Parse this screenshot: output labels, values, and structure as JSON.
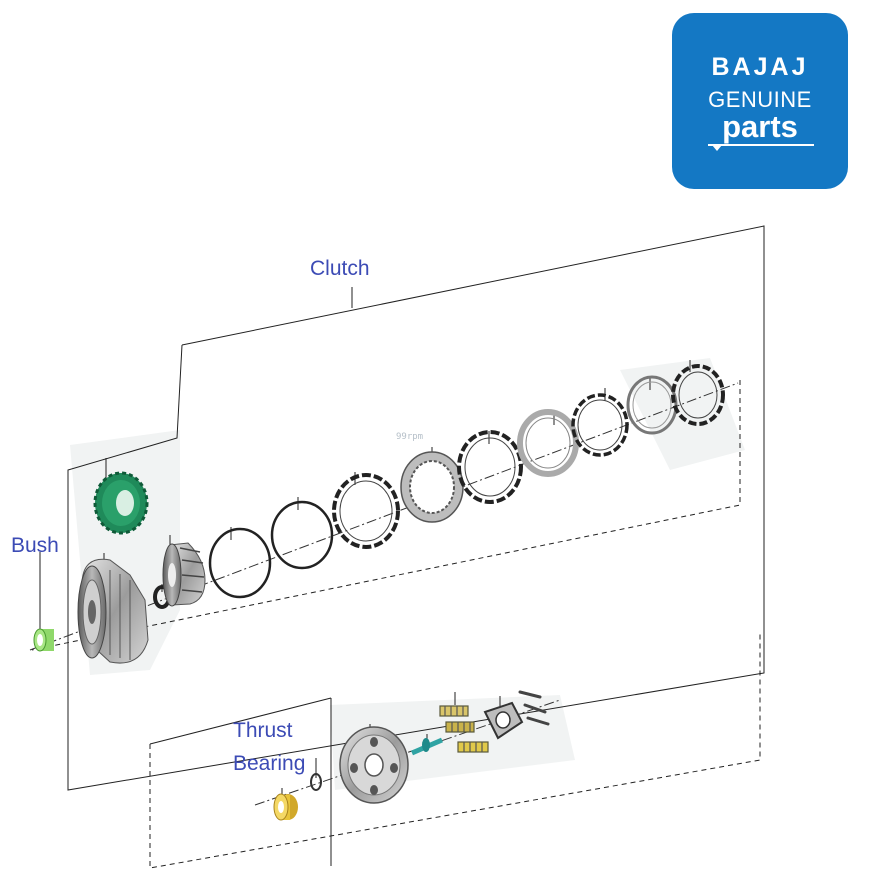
{
  "logo": {
    "brand": "BAJAJ",
    "line1": "GENUINE",
    "line2": "parts",
    "color": "#1478c4"
  },
  "labels": {
    "clutch": "Clutch",
    "bush": "Bush",
    "thrust_bearing_line1": "Thrust",
    "thrust_bearing_line2": "Bearing"
  },
  "watermark": "99rpm",
  "colors": {
    "label": "#3c4bb5",
    "bush": "#8fd86a",
    "gear": "#1f8a5a",
    "thrust_bearing": "#e8c43a",
    "spring": "#c9b24a",
    "friction_plate": "#2b2b2b",
    "steel_plate": "#9a9a9a"
  }
}
